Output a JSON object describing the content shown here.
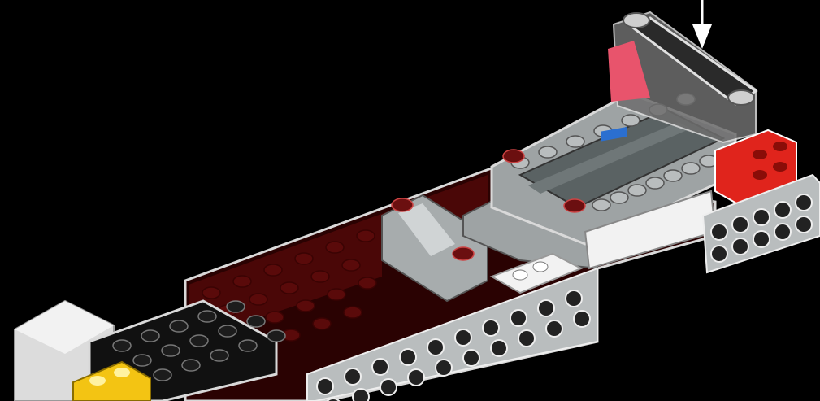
{
  "image": {
    "kind": "lego-build-step-illustration",
    "background": "#000000",
    "colors": {
      "dark_red": "#5a0a0a",
      "dark_red_deep": "#2a0202",
      "light_gray": "#b9bdbe",
      "light_gray_shade": "#8d9293",
      "dark_gray": "#5a6263",
      "black_brick": "#111111",
      "white": "#f2f2f2",
      "yellow": "#f3c413",
      "red": "#e0241c",
      "trans_pink": "#e8546c",
      "trans_clear": "#c9c9c9",
      "blue": "#2b6fd0"
    },
    "annotation": {
      "arrow": "down-arrow",
      "points_at": "clear-windscreen-top-bar"
    }
  }
}
